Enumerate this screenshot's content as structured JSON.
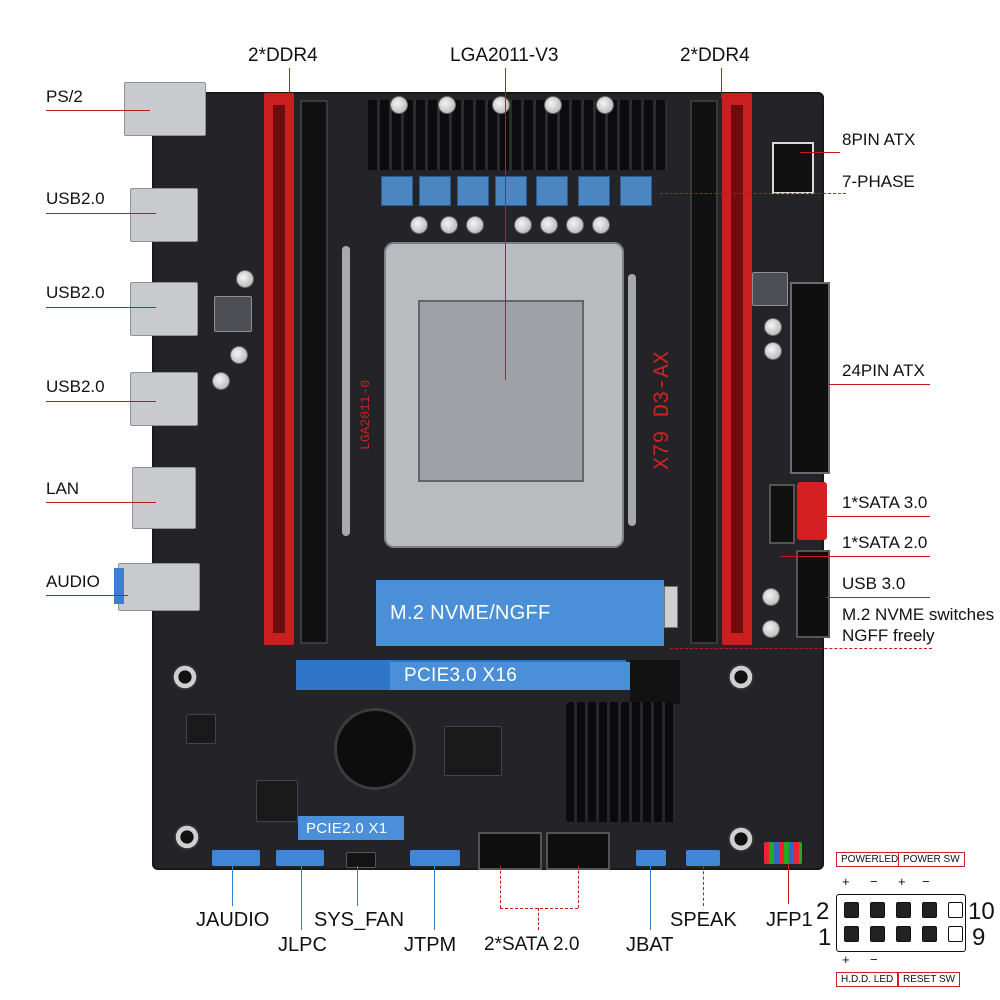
{
  "labels": {
    "ddr4_left": "2*DDR4",
    "cpu_socket": "LGA2011-V3",
    "ddr4_right": "2*DDR4",
    "ps2": "PS/2",
    "usb_1": "USB2.0",
    "usb_2": "USB2.0",
    "usb_3": "USB2.0",
    "lan": "LAN",
    "audio": "AUDIO",
    "atx_8pin": "8PIN ATX",
    "phase": "7-PHASE",
    "atx_24pin": "24PIN ATX",
    "sata3": "1*SATA 3.0",
    "sata2": "1*SATA 2.0",
    "usb30": "USB 3.0",
    "m2_switch_line1": "M.2 NVME switches",
    "m2_switch_line2": "NGFF freely",
    "m2_band": "M.2 NVME/NGFF",
    "pcie_x16": "PCIE3.0 X16",
    "pcie_x1": "PCIE2.0 X1",
    "jaudio": "JAUDIO",
    "sys_fan": "SYS_FAN",
    "jlpc": "JLPC",
    "jtpm": "JTPM",
    "sata_bottom": "2*SATA 2.0",
    "jbat": "JBAT",
    "speak": "SPEAK",
    "jfp1": "JFP1"
  },
  "board_silkscreen": {
    "model": "X79 D3-AX",
    "socket_mark": "LGA2011-0"
  },
  "jfp1_diagram": {
    "power_led": "POWERLED",
    "power_sw": "POWER SW",
    "hdd_led": "H.D.D. LED",
    "reset_sw": "RESET SW",
    "pin_top_left": "2",
    "pin_bottom_left": "1",
    "pin_top_right": "10",
    "pin_bottom_right": "9",
    "plus": "+",
    "minus": "−"
  },
  "colors": {
    "board": "#242428",
    "dimm_red": "#c91f1f",
    "accent_blue": "#4a8fd8",
    "leader_red": "#c21a1a"
  }
}
